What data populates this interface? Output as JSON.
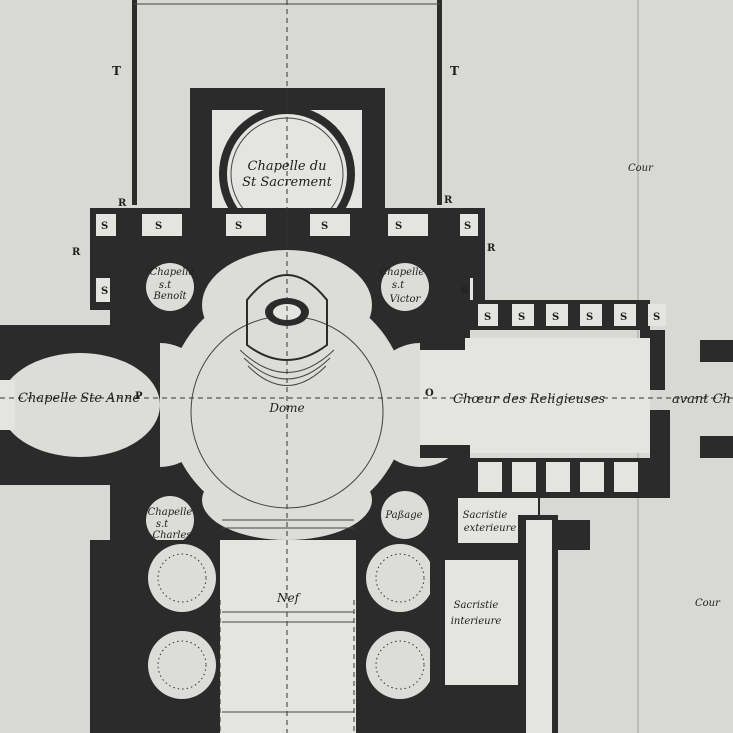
{
  "labels": {
    "chapelle_sacrement_1": "Chapelle du",
    "chapelle_sacrement_2": "St Sacrement",
    "chapelle_benoit_1": "Chapelle",
    "chapelle_benoit_2": "s.t",
    "chapelle_benoit_3": "Benoît",
    "chapelle_victor_1": "Chapelle",
    "chapelle_victor_2": "s.t",
    "chapelle_victor_3": "Victor",
    "chapelle_anne": "Chapelle Ste Anne",
    "dome": "Dome",
    "choeur": "Chœur des Religieuses",
    "choeur_cont": "avant Ch",
    "chapelle_charles_1": "Chapelle",
    "chapelle_charles_2": "s.t",
    "chapelle_charles_3": "Charles",
    "passage": "Paßage",
    "sacristie_ext_1": "Sacristie",
    "sacristie_ext_2": "exterieure",
    "sacristie_int_1": "Sacristie",
    "sacristie_int_2": "interieure",
    "nef": "Nef",
    "cour_top": "Cour",
    "cour_bottom": "Cour"
  },
  "letters": {
    "t_left": "T",
    "t_right": "T",
    "r_top_left": "R",
    "r_top_right": "R",
    "r_left": "R",
    "r_right": "R",
    "s": "S",
    "p": "P",
    "o": "O"
  }
}
